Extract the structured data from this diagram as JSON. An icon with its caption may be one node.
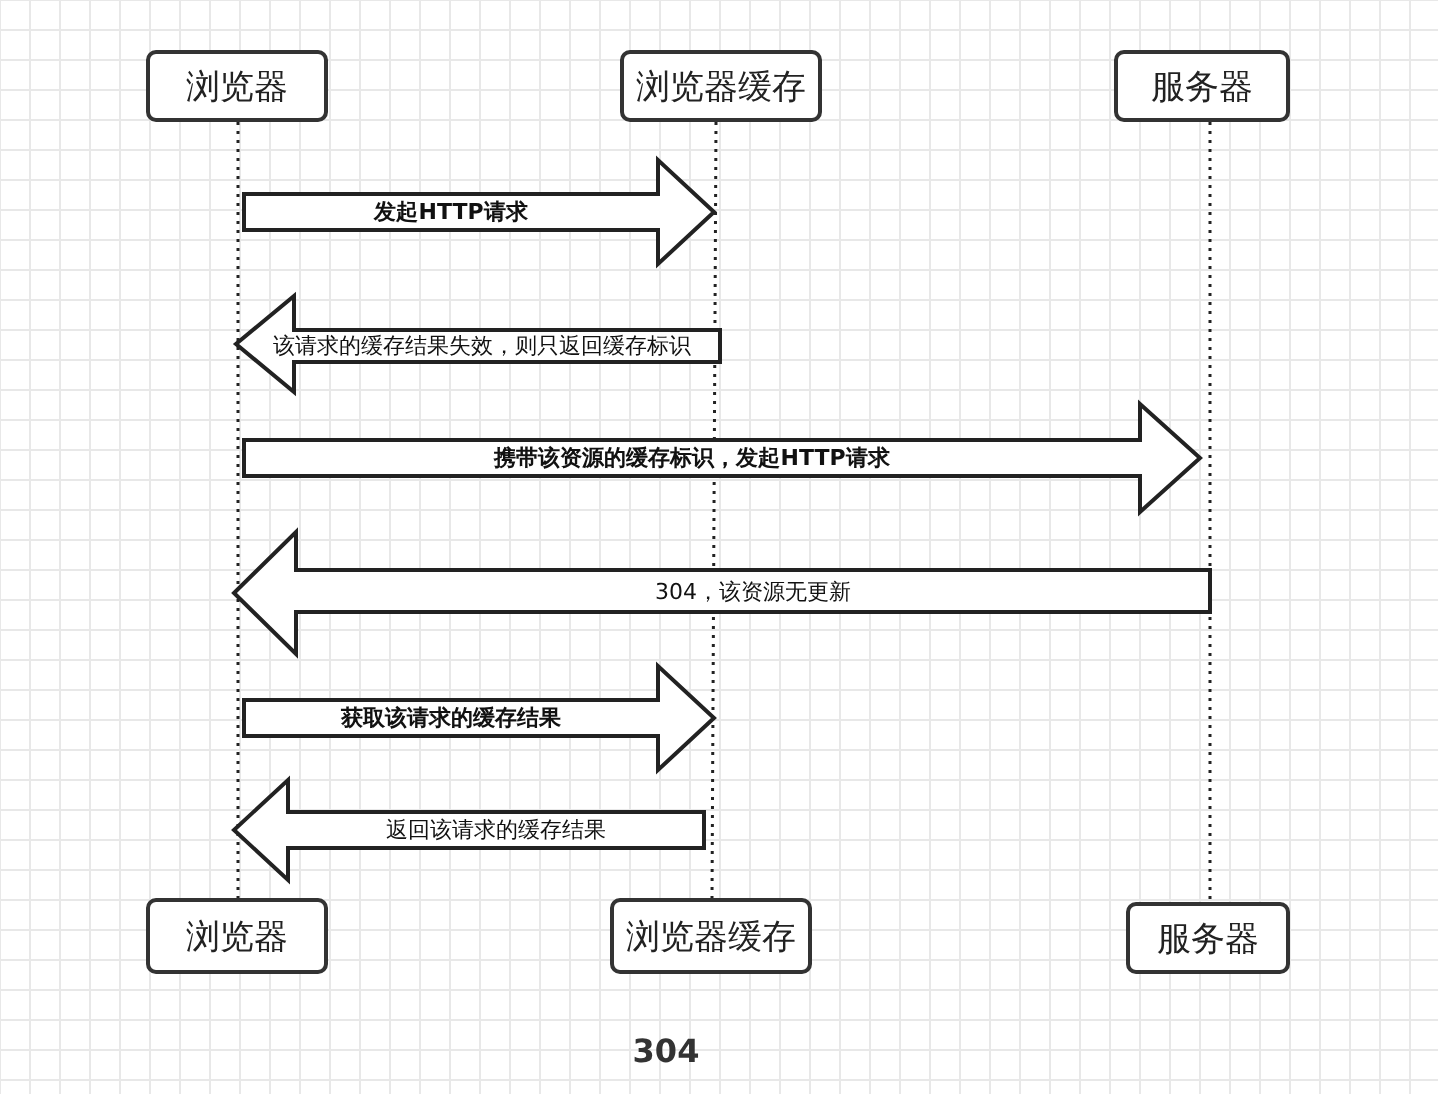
{
  "diagram": {
    "caption": "304",
    "nodes": [
      {
        "text": [
          "浏览器"
        ]
      },
      {
        "text": [
          "浏览器缓存"
        ]
      },
      {
        "text": [
          "服务器"
        ]
      },
      {
        "text": [
          "浏览器"
        ]
      },
      {
        "text": [
          "浏览器缓存"
        ]
      },
      {
        "text": [
          "服务器"
        ]
      }
    ],
    "edges": [
      {
        "from": 0,
        "to": 3,
        "arrow": "none",
        "style": "dashed"
      },
      {
        "from": 1,
        "to": 4,
        "arrow": "none",
        "style": "dashed"
      },
      {
        "from": 2,
        "to": 5,
        "arrow": "none",
        "style": "dashed"
      },
      {
        "from": 0,
        "to": 1,
        "arrow": "to",
        "label": "发起HTTP请求"
      },
      {
        "from": 1,
        "to": 0,
        "arrow": "to",
        "label": "该请求的缓存结果失效，则只返回缓存标识"
      },
      {
        "from": 0,
        "to": 2,
        "arrow": "to",
        "label": "携带该资源的缓存标识，发起HTTP请求"
      },
      {
        "from": 2,
        "to": 0,
        "arrow": "to",
        "label": "304，该资源无更新"
      },
      {
        "from": 3,
        "to": 4,
        "arrow": "to",
        "label": "获取该请求的缓存结果"
      },
      {
        "from": 4,
        "to": 3,
        "arrow": "to",
        "label": "返回该请求的缓存结果"
      }
    ]
  }
}
